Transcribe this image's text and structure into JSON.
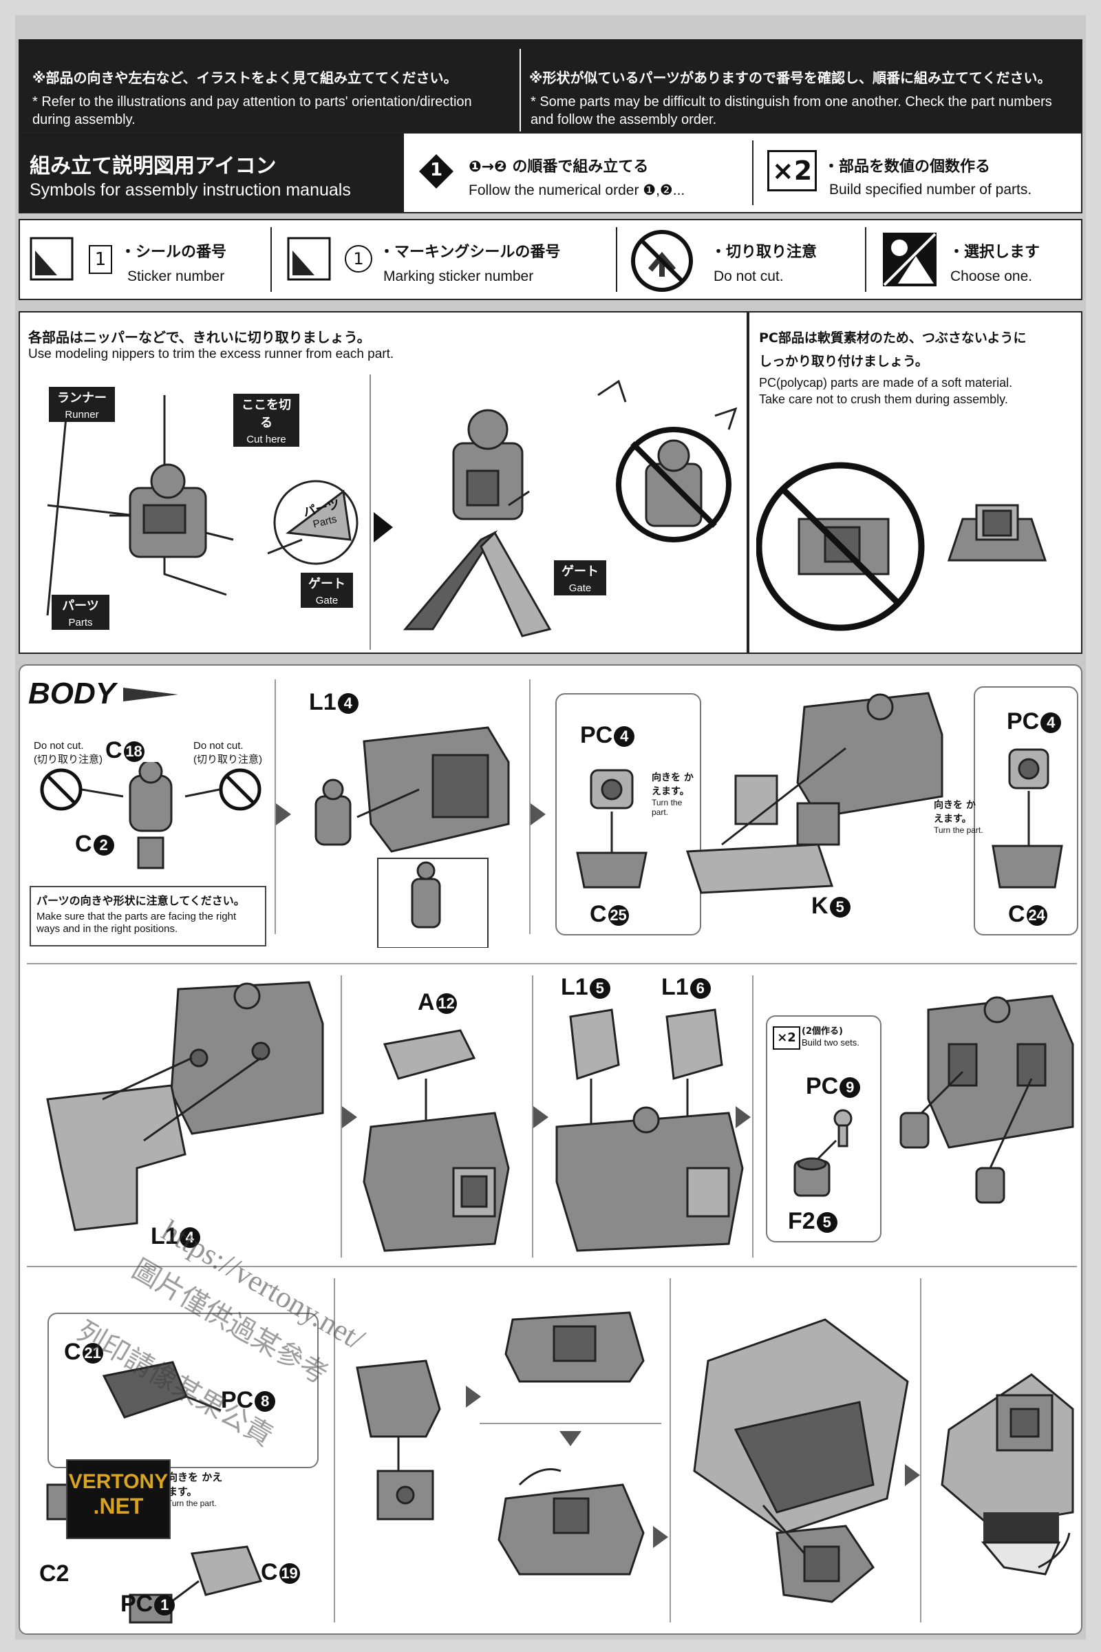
{
  "header": {
    "left_jp": "※部品の向きや左右など、イラストをよく見て組み立ててください。",
    "left_en": "* Refer to the illustrations and pay attention to parts' orientation/direction during assembly.",
    "right_jp": "※形状が似ているパーツがありますので番号を確認し、順番に組み立ててください。",
    "right_en": "* Some parts may be difficult to distinguish from one another. Check the part numbers and follow the assembly order."
  },
  "symbols": {
    "title_jp": "組み立て説明図用アイコン",
    "title_en": "Symbols for assembly instruction manuals",
    "order_badge": "1",
    "order_jp": "❶→❷ の順番で組み立てる",
    "order_en": "Follow the numerical order ❶,❷...",
    "multiply_badge": "×2",
    "multiply_jp": "・部品を数値の個数作る",
    "multiply_en": "Build specified number of parts.",
    "sticker_box": "1",
    "sticker_jp": "・シールの番号",
    "sticker_en": "Sticker number",
    "marking_circle": "1",
    "marking_jp": "・マーキングシールの番号",
    "marking_en": "Marking sticker number",
    "nocut_jp": "・切り取り注意",
    "nocut_en": "Do not cut.",
    "choose_jp": "・選択します",
    "choose_en": "Choose one."
  },
  "nipper": {
    "jp": "各部品はニッパーなどで、きれいに切り取りましょう。",
    "en": "Use modeling nippers to trim the excess runner from each part.",
    "runner_jp": "ランナー",
    "runner_en": "Runner",
    "cut_jp": "ここを切る",
    "cut_en": "Cut here",
    "parts_jp": "パーツ",
    "parts_en": "Parts",
    "gate_jp": "ゲート",
    "gate_en": "Gate",
    "parts2_jp": "パーツ",
    "parts2_en": "Parts",
    "gate2_jp": "ゲート",
    "gate2_en": "Gate"
  },
  "polycap": {
    "jp1": "PC部品は軟質素材のため、つぶさないように",
    "jp2": "しっかり取り付けましょう。",
    "en1": "PC(polycap) parts are made of a soft material.",
    "en2": "Take care not to crush them during assembly."
  },
  "body": {
    "title": "BODY",
    "donotcut_en_a": "Do not cut.",
    "donotcut_jp_a": "(切り取り注意)",
    "donotcut_en_b": "Do not cut.",
    "donotcut_jp_b": "(切り取り注意)",
    "c18": "C",
    "c18n": "18",
    "c2": "C",
    "c2n": "2",
    "note_jp": "パーツの向きや形状に注意してください。",
    "note_en": "Make sure that the parts are facing the right ways and in the right positions.",
    "l14": "L1",
    "l14n": "4",
    "pc4a": "PC",
    "pc4an": "4",
    "turn_jp_a": "向きを かえます。",
    "turn_en_a": "Turn the part.",
    "c25": "C",
    "c25n": "25",
    "k5": "K",
    "k5n": "5",
    "pc4b": "PC",
    "pc4bn": "4",
    "turn_jp_b": "向きを かえます。",
    "turn_en_b": "Turn the part.",
    "c24": "C",
    "c24n": "24",
    "a12": "A",
    "a12n": "12",
    "l15": "L1",
    "l15n": "5",
    "l16": "L1",
    "l16n": "6",
    "l14b": "L1",
    "l14bn": "4",
    "x2": "×2",
    "x2_jp": "(2個作る)",
    "x2_en": "Build two sets.",
    "pc9": "PC",
    "pc9n": "9",
    "f25": "F2",
    "f25n": "5",
    "c21": "C",
    "c21n": "21",
    "pc8": "PC",
    "pc8n": "8",
    "turn_jp_c": "向きを かえます。",
    "turn_en_c": "Turn the part.",
    "c20": "C2",
    "c19": "C",
    "c19n": "19",
    "pc1": "PC",
    "pc1n": "1"
  },
  "watermark": {
    "url": "https://vertony.net/",
    "cn1": "圖片僅供過某參考",
    "cn2": "列印請像某果公責",
    "logo1": "VERTONY",
    "logo2": ".NET"
  }
}
